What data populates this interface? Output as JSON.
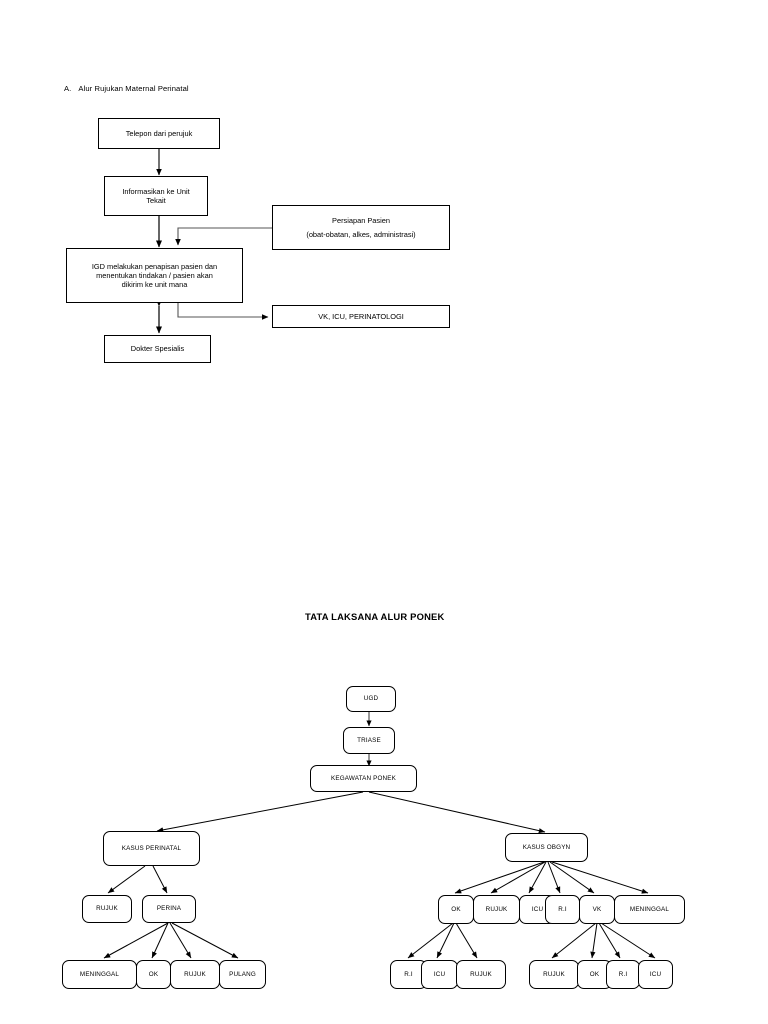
{
  "document": {
    "section_a": {
      "marker": "A.",
      "heading": "Alur Rujukan Maternal Perinatal"
    },
    "section_b": {
      "title": "TATA LAKSANA ALUR PONEK"
    }
  },
  "flow_maternal": {
    "nodes": {
      "telepon": "Telepon dari perujuk",
      "informasikan_line1": "Informasikan ke Unit",
      "informasikan_line2": "Tekait",
      "igd_line1": "IGD melakukan penapisan pasien dan",
      "igd_line2": "menentukan tindakan / pasien akan",
      "igd_line3": "dikirim ke unit mana",
      "dokter": "Dokter Spesialis",
      "persiapan_line1": "Persiapan Pasien",
      "persiapan_line2": "(obat-obatan, alkes, administrasi)",
      "unit_tujuan": "VK, ICU, PERINATOLOGI"
    }
  },
  "flow_ponek": {
    "nodes": {
      "ugd": "UGD",
      "triase": "TRIASE",
      "kegawatan": "KEGAWATAN PONEK",
      "kasus_perinatal": "KASUS PERINATAL",
      "kasus_obgyn": "KASUS OBGYN",
      "perinatal_rujuk": "RUJUK",
      "perinatal_perina": "PERINA",
      "perina_meninggal": "MENINGGAL",
      "perina_ok": "OK",
      "perina_rujuk": "RUJUK",
      "perina_pulang": "PULANG",
      "obgyn_ok": "OK",
      "obgyn_rujuk": "RUJUK",
      "obgyn_icu": "ICU",
      "obgyn_ri": "R.I",
      "obgyn_vk": "VK",
      "obgyn_meninggal": "MENINGGAL",
      "ok_ri": "R.I",
      "ok_icu": "ICU",
      "ok_rujuk": "RUJUK",
      "vk_rujuk": "RUJUK",
      "vk_ok": "OK",
      "vk_ri": "R.I",
      "vk_icu": "ICU"
    }
  },
  "style": {
    "stroke": "#000000",
    "connector_gray": "#808080",
    "page_background": "#ffffff"
  }
}
